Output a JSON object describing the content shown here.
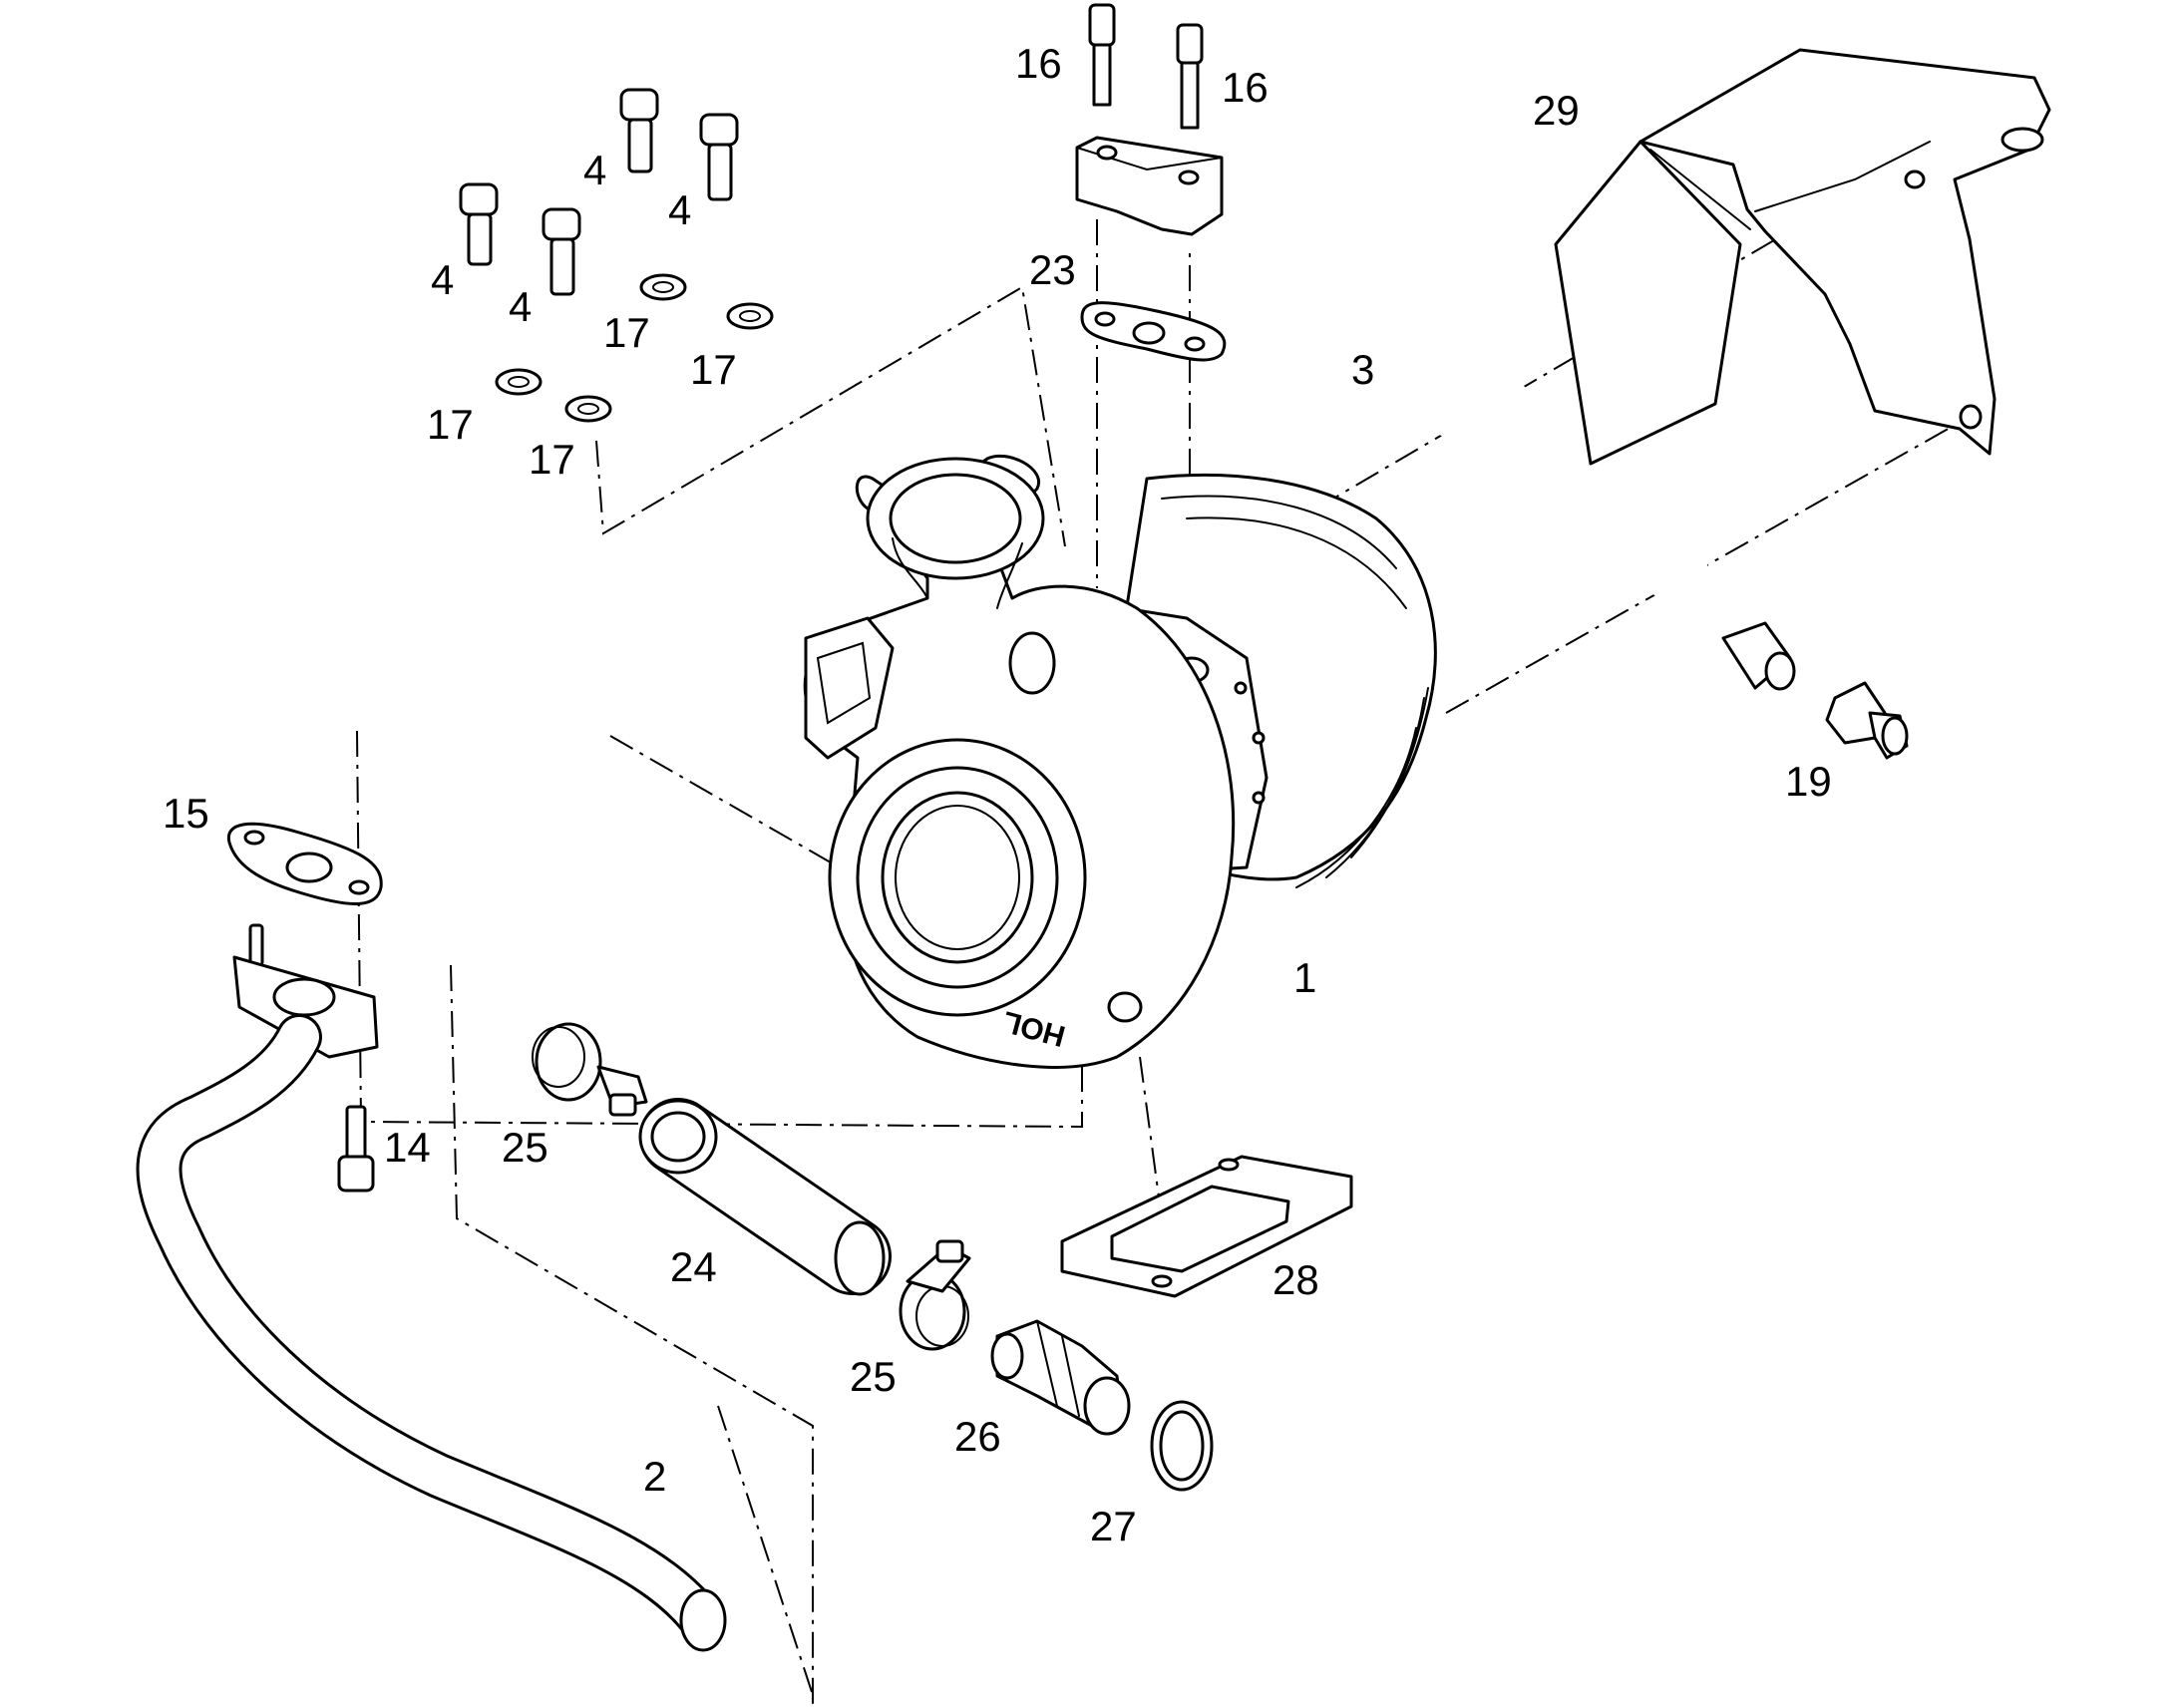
{
  "diagram": {
    "callouts": {
      "c1": "1",
      "c2": "2",
      "c3": "3",
      "c4a": "4",
      "c4b": "4",
      "c4c": "4",
      "c4d": "4",
      "c14": "14",
      "c15": "15",
      "c16a": "16",
      "c16b": "16",
      "c17a": "17",
      "c17b": "17",
      "c17c": "17",
      "c17d": "17",
      "c19": "19",
      "c23": "23",
      "c24": "24",
      "c25a": "25",
      "c25b": "25",
      "c26": "26",
      "c27": "27",
      "c28": "28",
      "c29": "29"
    },
    "casting_mark": "HOL"
  },
  "colors": {
    "line": "#000000",
    "background": "#ffffff"
  }
}
